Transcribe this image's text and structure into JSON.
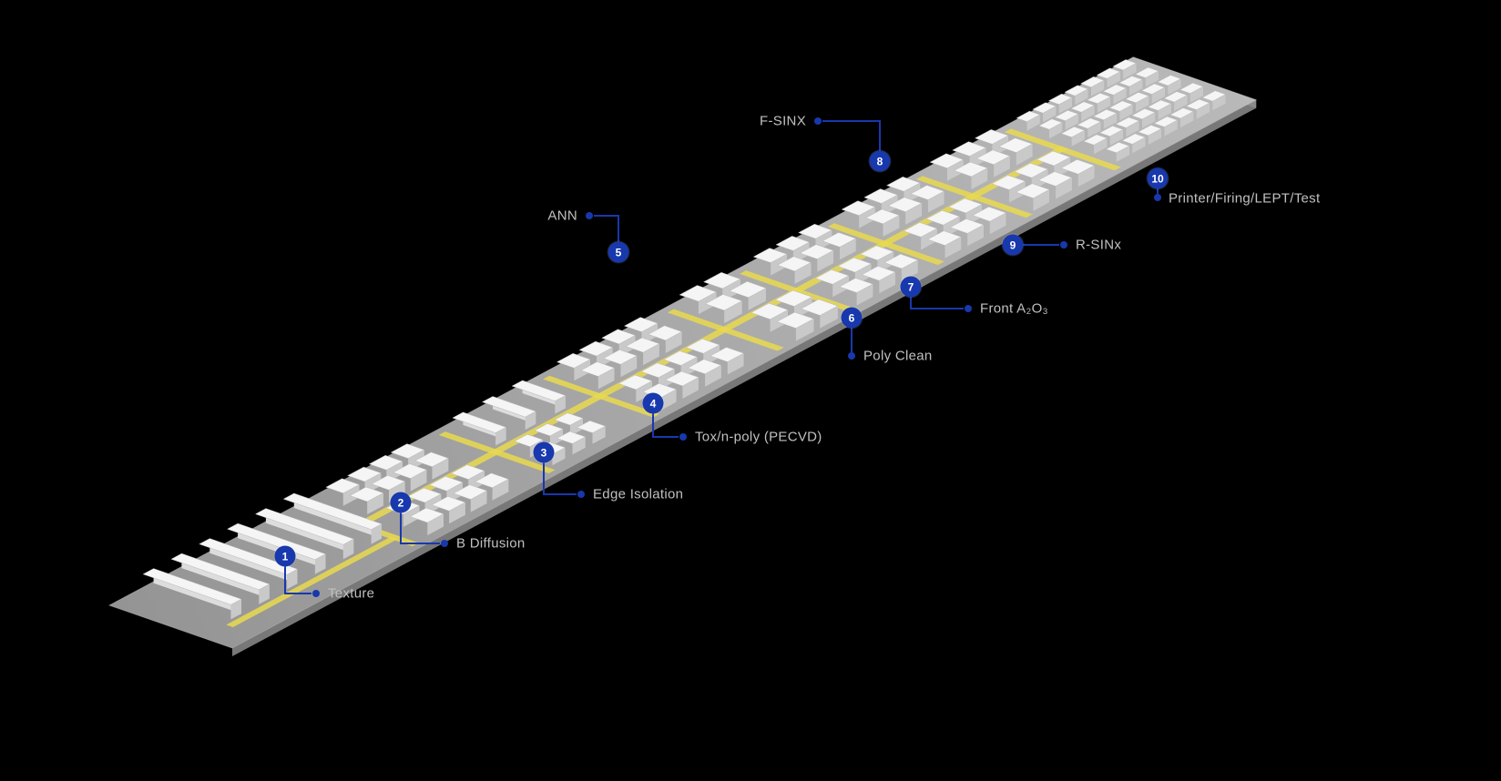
{
  "markers": [
    {
      "number": "1",
      "label": "Texture"
    },
    {
      "number": "2",
      "label": "B Diffusion"
    },
    {
      "number": "3",
      "label": "Edge Isolation"
    },
    {
      "number": "4",
      "label": "Tox/n-poly (PECVD)"
    },
    {
      "number": "5",
      "label": "ANN"
    },
    {
      "number": "6",
      "label": "Poly Clean"
    },
    {
      "number": "7",
      "label": "Front A₂O₃"
    },
    {
      "number": "8",
      "label": "F-SINX"
    },
    {
      "number": "9",
      "label": "R-SINx"
    },
    {
      "number": "10",
      "label": "Printer/Firing/LEPT/Test"
    }
  ],
  "colors": {
    "background": "#000000",
    "accent": "#1838ad",
    "label_text": "#c0c0c0",
    "platform": "#a9a9a9",
    "platform_edge": "#7d7d7d",
    "platform_edge_right": "#8a8a8a",
    "lane": "#e9d94f",
    "machine_top": "#f5f5f5",
    "machine_front": "#c9c9c9",
    "machine_side": "#dddddd"
  }
}
